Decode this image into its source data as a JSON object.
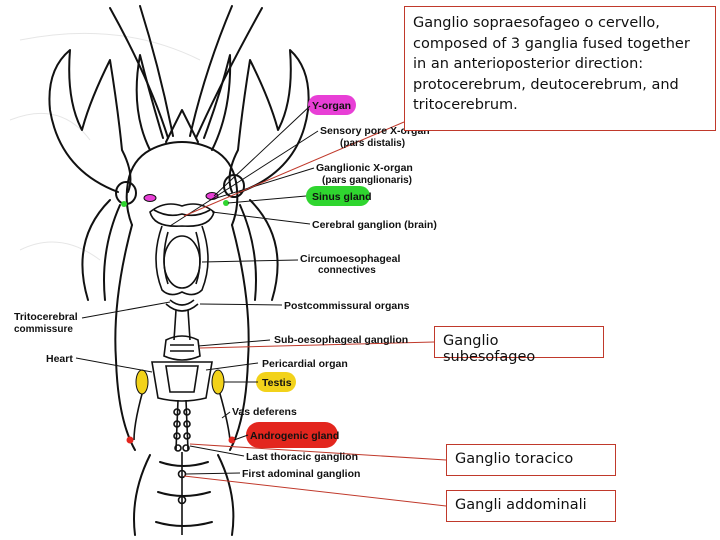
{
  "labels": {
    "y_organ": "Y-organ",
    "sensory_pore": "Sensory pore X-organ",
    "sensory_pore_sub": "(pars distalis)",
    "ganglionic_x": "Ganglionic X-organ",
    "ganglionic_x_sub": "(pars ganglionaris)",
    "sinus_gland": "Sinus gland",
    "cerebral_ganglion": "Cerebral ganglion (brain)",
    "circum_1": "Circumoesophageal",
    "circum_2": "connectives",
    "postcommissural": "Postcommissural organs",
    "tritocerebral_1": "Tritocerebral",
    "tritocerebral_2": "commissure",
    "suboesophageal": "Sub-oesophageal ganglion",
    "heart": "Heart",
    "pericardial": "Pericardial organ",
    "testis": "Testis",
    "vas_deferens": "Vas deferens",
    "androgenic": "Androgenic gland",
    "last_thoracic": "Last thoracic ganglion",
    "first_abdominal": "First adominal ganglion"
  },
  "callouts": {
    "brain": "Ganglio sopraesofageo o cervello, composed of 3 ganglia fused together in an anterioposterior direction: protocerebrum, deutocerebrum, and tritocerebrum.",
    "subesofageo": "Ganglio subesofageo",
    "toracico": "Ganglio toracico",
    "addominali": "Gangli addominali"
  },
  "colors": {
    "y_organ_highlight": "#e83fd6",
    "sinus_gland_highlight": "#2fd52f",
    "testis_highlight": "#f2d21a",
    "androgenic_highlight": "#e3261e",
    "callout_border": "#c0392b"
  }
}
